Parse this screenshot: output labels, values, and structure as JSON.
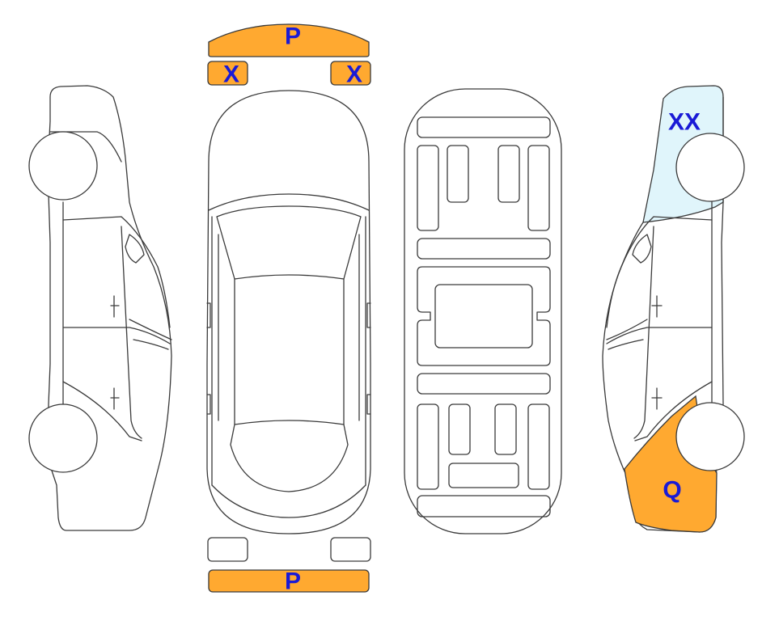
{
  "markers": {
    "front_bumper": "P",
    "front_left_corner": "X",
    "front_right_corner": "X",
    "rear_bumper": "P",
    "right_side_front": "XX",
    "right_side_rear": "Q"
  },
  "colors": {
    "damage_orange": "#ffa930",
    "damage_light_blue": "#e0f5fb",
    "marker_text": "#1a1ad6",
    "outline": "#3a3a3a"
  }
}
